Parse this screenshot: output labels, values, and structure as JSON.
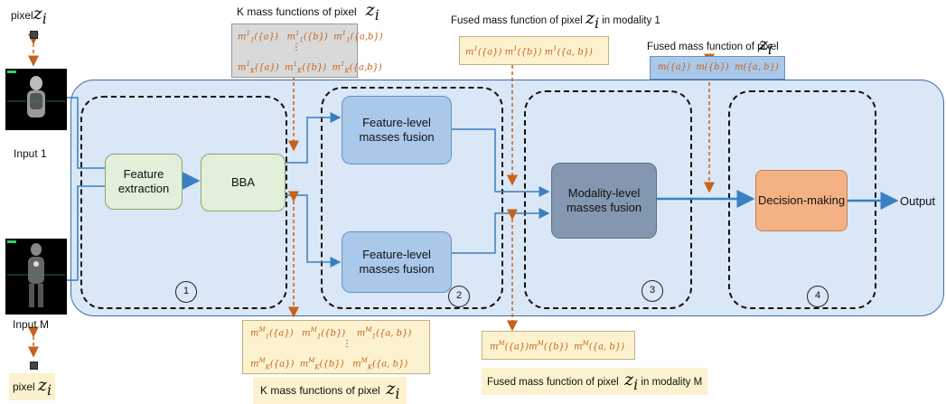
{
  "top": {
    "k_mass_title": "K mass functions  of pixel",
    "fused1_title": "Fused mass function of pixel",
    "fused1_suffix": "in modality 1",
    "fused_title": "Fused mass function of pixel",
    "zi": "z",
    "zi_sub": "i"
  },
  "inputs": {
    "pixel_top": "pixel",
    "input1": "Input  1",
    "inputM": "Input M",
    "pixel_bottom": "pixel"
  },
  "boxes": {
    "feature_extraction": "Feature extraction",
    "bba": "BBA",
    "fusion_top": "Feature-level masses fusion",
    "fusion_bottom": "Feature-level masses fusion",
    "modality_fusion": "Modality-level masses fusion",
    "decision": "Decision-making",
    "output": "Output"
  },
  "stages": [
    "1",
    "2",
    "3",
    "4"
  ],
  "bottom": {
    "k_mass_title": "K mass functions  of pixel",
    "fusedM_title": "Fused mass function of pixel",
    "fusedM_suffix": "in modality M"
  },
  "colors": {
    "panel": "#dae7f6",
    "panel_border": "#3a6ea5",
    "gray_box": "#d9d9d9",
    "beige_box": "#fdf2cf",
    "green_box": "#e2efd9",
    "blue_box": "#a9c8ea",
    "dark_box": "#8497b0",
    "orange_box": "#f4b183",
    "mass_text": "#c5621b",
    "arrow_blue": "#3a7fc2",
    "arrow_orange": "#c5621b"
  }
}
